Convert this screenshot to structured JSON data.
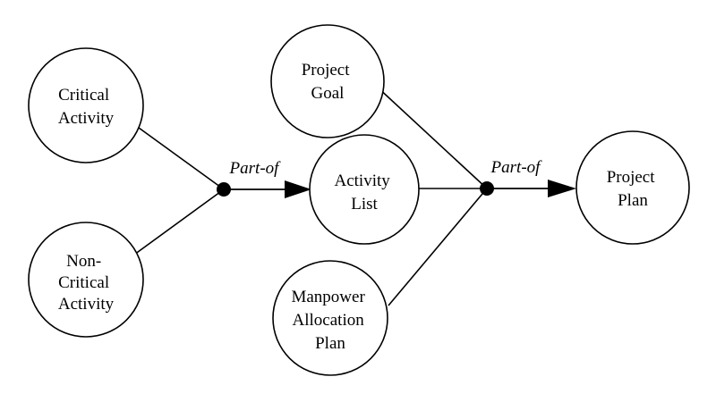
{
  "nodes": {
    "critical_activity": {
      "lines": [
        "Critical",
        "Activity"
      ]
    },
    "non_critical_activity": {
      "lines": [
        "Non-",
        "Critical",
        "Activity"
      ]
    },
    "project_goal": {
      "lines": [
        "Project",
        "Goal"
      ]
    },
    "activity_list": {
      "lines": [
        "Activity",
        "List"
      ]
    },
    "manpower_allocation_plan": {
      "lines": [
        "Manpower",
        "Allocation",
        "Plan"
      ]
    },
    "project_plan": {
      "lines": [
        "Project",
        "Plan"
      ]
    }
  },
  "relations": {
    "left": {
      "label": "Part-of"
    },
    "right": {
      "label": "Part-of"
    }
  }
}
